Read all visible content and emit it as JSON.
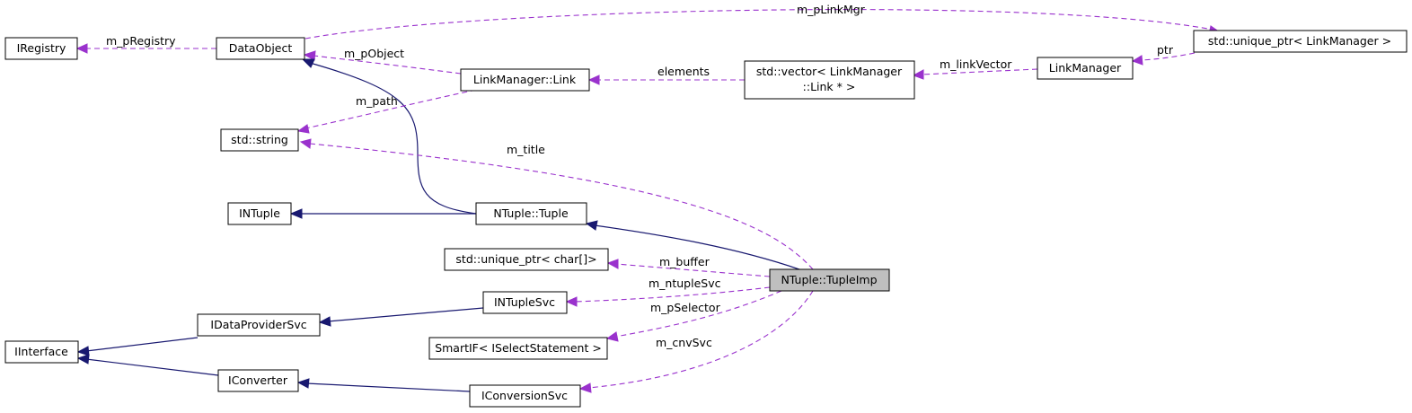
{
  "nodes": {
    "iregistry": "IRegistry",
    "dataobject": "DataObject",
    "unique_ptr_linkmanager": "std::unique_ptr< LinkManager >",
    "linkmanager_link": "LinkManager::Link",
    "vector_link_line1": "std::vector< LinkManager",
    "vector_link_line2": "::Link * >",
    "linkmanager": "LinkManager",
    "std_string": "std::string",
    "intuple": "INTuple",
    "ntuple_tuple": "NTuple::Tuple",
    "unique_ptr_char": "std::unique_ptr< char[]>",
    "ntuple_tupleimp": "NTuple::TupleImp",
    "intuplesvc": "INTupleSvc",
    "idataprovidersvc": "IDataProviderSvc",
    "iinterface": "IInterface",
    "smartif_iselect": "SmartIF< ISelectStatement >",
    "iconverter": "IConverter",
    "iconversionsvc": "IConversionSvc"
  },
  "edge_labels": {
    "m_pLinkMgr": "m_pLinkMgr",
    "m_pRegistry": "m_pRegistry",
    "m_pObject": "m_pObject",
    "elements": "elements",
    "m_linkVector": "m_linkVector",
    "ptr": "ptr",
    "m_path": "m_path",
    "m_title": "m_title",
    "m_buffer": "m_buffer",
    "m_ntupleSvc": "m_ntupleSvc",
    "m_pSelector": "m_pSelector",
    "m_cnvSvc": "m_cnvSvc"
  },
  "colors": {
    "inheritance": "#191970",
    "usage": "#9a32cd",
    "highlight_fill": "#bfbfbf"
  }
}
